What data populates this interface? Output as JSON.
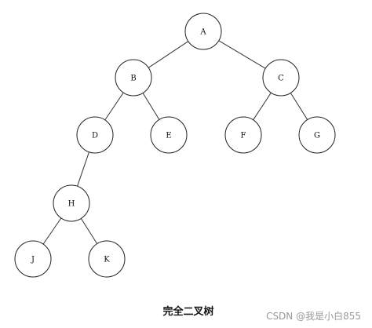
{
  "diagram": {
    "caption": "完全二叉树",
    "nodes": [
      {
        "id": "A",
        "label": "A"
      },
      {
        "id": "B",
        "label": "B"
      },
      {
        "id": "C",
        "label": "C"
      },
      {
        "id": "D",
        "label": "D"
      },
      {
        "id": "E",
        "label": "E"
      },
      {
        "id": "F",
        "label": "F"
      },
      {
        "id": "G",
        "label": "G"
      },
      {
        "id": "H",
        "label": "H"
      },
      {
        "id": "J",
        "label": "J"
      },
      {
        "id": "K",
        "label": "K"
      }
    ],
    "edges": [
      {
        "from": "A",
        "to": "B"
      },
      {
        "from": "A",
        "to": "C"
      },
      {
        "from": "B",
        "to": "D"
      },
      {
        "from": "B",
        "to": "E"
      },
      {
        "from": "C",
        "to": "F"
      },
      {
        "from": "C",
        "to": "G"
      },
      {
        "from": "D",
        "to": "H"
      },
      {
        "from": "H",
        "to": "J"
      },
      {
        "from": "H",
        "to": "K"
      }
    ]
  },
  "watermark": {
    "text": "CSDN @我是小白855"
  }
}
